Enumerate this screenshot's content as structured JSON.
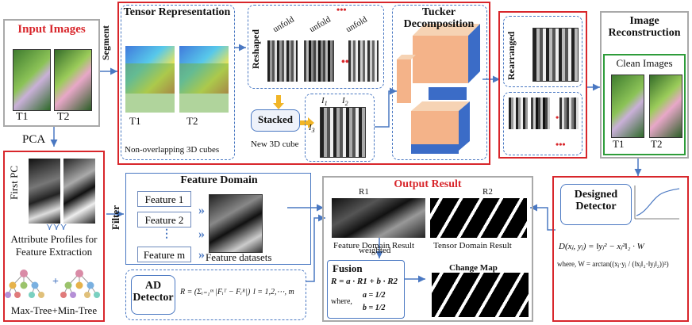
{
  "labels": {
    "input_images": "Input Images",
    "t1": "T1",
    "t2": "T2",
    "segment": "Segment",
    "pca": "PCA",
    "first_pc": "First PC",
    "attribute_profiles": "Attribute Profiles for Feature Extraction",
    "max_min_tree": "Max-Tree+Min-Tree",
    "tensor_representation": "Tensor Representation",
    "non_overlapping": "Non-overlapping 3D cubes",
    "reshaped": "Reshaped",
    "unfold": "unfold",
    "stacked": "Stacked",
    "new_3d_cube": "New 3D cube",
    "tucker_decomposition": "Tucker Decomposition",
    "rearranged": "Rearranged",
    "image_reconstruction": "Image Reconstruction",
    "clean_images": "Clean Images",
    "designed_detector": "Designed Detector",
    "feature_domain": "Feature Domain",
    "features": [
      "Feature 1",
      "Feature 2",
      "Feature m"
    ],
    "feature_dots": "⋮",
    "feature_datasets": "Feature datasets",
    "filter": "Filter",
    "ad_detector": "AD Detector",
    "output_result": "Output Result",
    "r1": "R1",
    "r2": "R2",
    "feature_domain_result": "Feature Domain Result",
    "tensor_domain_result": "Tensor Domain Result",
    "weighted": "weighted",
    "fusion": "Fusion",
    "change_map": "Change Map",
    "i1": "I",
    "i2": "I",
    "i3": "I",
    "sub1": "1",
    "sub2": "2",
    "sub3": "3",
    "plus": "+"
  },
  "formulas": {
    "detector": "D(xⱼ, yⱼ) = ‖yⱼ² − xⱼ²‖₂ · W",
    "weight": "where, W = arctan((xⱼ·yⱼ / (‖xⱼ‖₂·‖yⱼ‖₂))²)",
    "fusion": "R = a · R1 + b · R2",
    "fusion_where": "where,",
    "fusion_a": "a = 1/2",
    "fusion_b": "b = 1/2",
    "ad": "R = (Σᵢ₌₁ᵐ |Fᵢᵀ − Fᵢᴿ|)",
    "ad_range": "l = 1,2,⋯, m"
  }
}
